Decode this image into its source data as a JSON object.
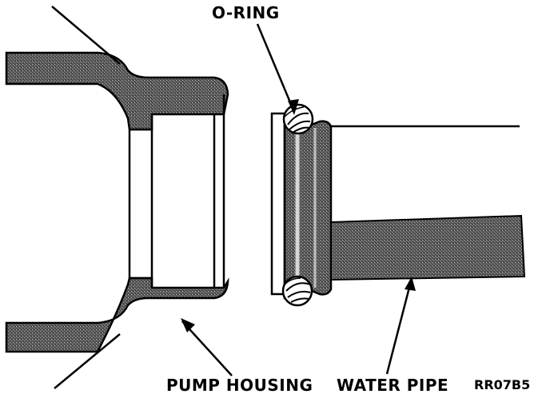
{
  "labels": {
    "o_ring": "O-RING",
    "pump_housing": "PUMP HOUSING",
    "water_pipe": "WATER PIPE",
    "figure_code": "RR07B5"
  },
  "colors": {
    "metal_fill": "#4a4a4a",
    "line": "#000000",
    "background": "#ffffff"
  }
}
